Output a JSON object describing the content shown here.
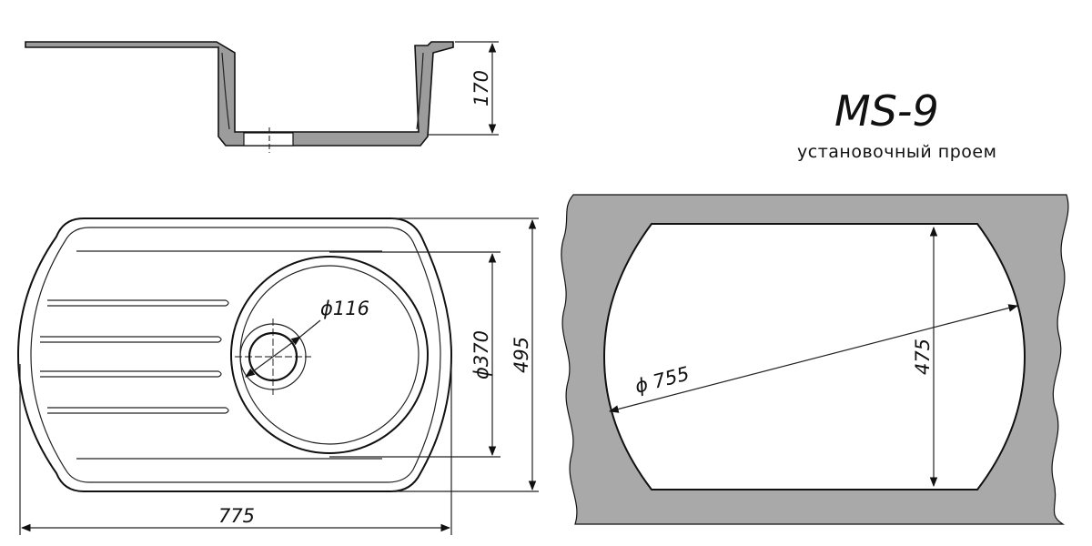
{
  "model": "MS-9",
  "subtitle": "установочный проем",
  "dimensions": {
    "side_height": "170",
    "bowl_diameter": "ϕ370",
    "total_depth": "495",
    "drain_diameter": "ϕ116",
    "total_width": "775",
    "cutout_diagonal": "ϕ 755",
    "cutout_height": "475"
  },
  "colors": {
    "stone": "#a9a9a9",
    "line": "#111111",
    "paper": "#ffffff"
  }
}
